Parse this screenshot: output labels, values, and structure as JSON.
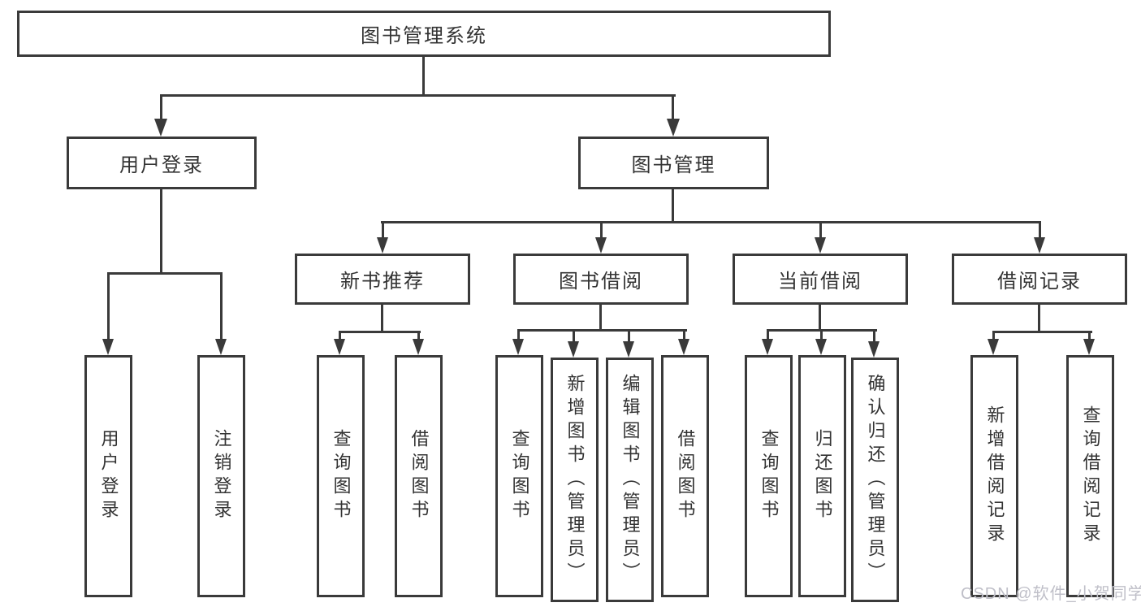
{
  "diagram_title": "图书管理系统",
  "tree": {
    "label": "图书管理系统",
    "children": [
      {
        "label": "用户登录",
        "children": [
          {
            "label": "用户登录"
          },
          {
            "label": "注销登录"
          }
        ]
      },
      {
        "label": "图书管理",
        "children": [
          {
            "label": "新书推荐",
            "children": [
              {
                "label": "查询图书"
              },
              {
                "label": "借阅图书"
              }
            ]
          },
          {
            "label": "图书借阅",
            "children": [
              {
                "label": "查询图书"
              },
              {
                "label": "新增图书（管理员）"
              },
              {
                "label": "编辑图书（管理员）"
              },
              {
                "label": "借阅图书"
              }
            ]
          },
          {
            "label": "当前借阅",
            "children": [
              {
                "label": "查询图书"
              },
              {
                "label": "归还图书"
              },
              {
                "label": "确认归还（管理员）"
              }
            ]
          },
          {
            "label": "借阅记录",
            "children": [
              {
                "label": "新增借阅记录"
              },
              {
                "label": "查询借阅记录"
              }
            ]
          }
        ]
      }
    ]
  },
  "watermark": {
    "text": "CSDN @软件_小贺同学"
  },
  "colors": {
    "line": "#3a3a3a",
    "text": "#333333",
    "background": "#ffffff",
    "watermark": "#bfbfc8"
  }
}
